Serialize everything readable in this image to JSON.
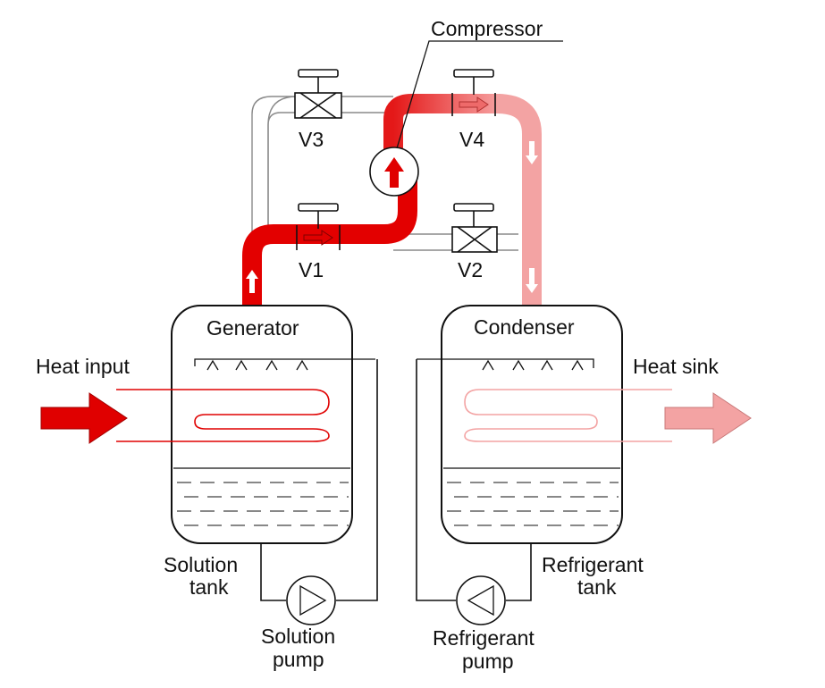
{
  "labels": {
    "compressor": "Compressor",
    "v1": "V1",
    "v2": "V2",
    "v3": "V3",
    "v4": "V4",
    "generator": "Generator",
    "condenser": "Condenser",
    "heat_input": "Heat input",
    "heat_sink": "Heat sink",
    "solution_tank_line1": "Solution",
    "solution_tank_line2": "tank",
    "refrigerant_tank_line1": "Refrigerant",
    "refrigerant_tank_line2": "tank",
    "solution_pump_line1": "Solution",
    "solution_pump_line2": "pump",
    "refrigerant_pump_line1": "Refrigerant",
    "refrigerant_pump_line2": "pump"
  },
  "colors": {
    "hot": "#e00000",
    "warm": "#ee4a4a",
    "cool": "#f3a3a3",
    "line": "#111111",
    "pipe_outline": "#777777"
  }
}
